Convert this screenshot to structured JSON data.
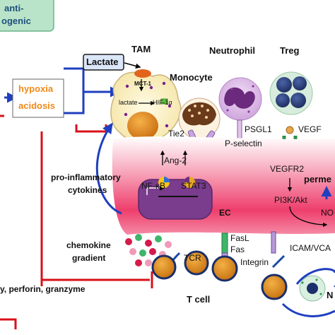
{
  "labels": {
    "anti_line1": "anti-",
    "anti_line2": "ogenic",
    "tam": "TAM",
    "lactate_box": "Lactate",
    "neutrophil": "Neutrophil",
    "treg": "Treg",
    "monocyte": "Monocyte",
    "mct1": "MCT-1",
    "lactate_small": "lactate",
    "hif": "HIF-1α",
    "hypoxia": "hypoxia",
    "acidosis": "acidosis",
    "psgl1": "PSGL1",
    "p_selectin": "P-selectin",
    "vegf": "VEGF",
    "tie2": "Tie2",
    "ang2": "Ang-2",
    "vegfr2": "VEGFR2",
    "pro_inflammatory_1": "pro-inflammatory",
    "pro_inflammatory_2": "cytokines",
    "nfkb": "NF-κB",
    "stat3": "STAT3",
    "pi3k": "PI3K/Akt",
    "perme": "perme",
    "no": "NO",
    "ec": "EC",
    "chemokine_1": "chemokine",
    "chemokine_2": "gradient",
    "fasl": "FasL",
    "fas": "Fas",
    "tcr": "TCR",
    "integrin": "Integrin",
    "icam": "ICAM/VCA",
    "perforin": "y, perforin, granzyme",
    "tcell": "T cell",
    "n_cell": "N"
  }
}
